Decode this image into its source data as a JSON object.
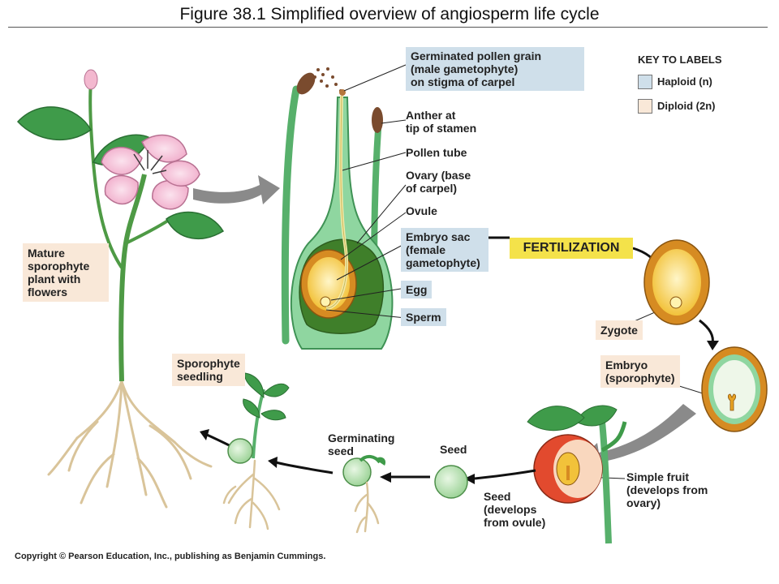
{
  "title": "Figure 38.1  Simplified overview of angiosperm life cycle",
  "key": {
    "title": "KEY TO LABELS",
    "haploid": "Haploid (n)",
    "diploid": "Diploid (2n)",
    "haploid_color": "#cfdfea",
    "diploid_color": "#f9e8d8"
  },
  "labels": {
    "germinated_pollen": "Germinated pollen grain\n(male gametophyte)\non stigma of carpel",
    "anther": "Anther at\ntip of stamen",
    "pollen_tube": "Pollen tube",
    "ovary": "Ovary (base\nof carpel)",
    "ovule": "Ovule",
    "embryo_sac": "Embryo sac\n(female\ngametophyte)",
    "egg": "Egg",
    "sperm": "Sperm",
    "fertilization": "FERTILIZATION",
    "zygote": "Zygote",
    "embryo": "Embryo\n(sporophyte)",
    "simple_fruit": "Simple fruit\n(develops from\novary)",
    "seed_develops": "Seed\n(develops\nfrom ovule)",
    "seed": "Seed",
    "germinating_seed": "Germinating\nseed",
    "sporophyte_seedling": "Sporophyte\nseedling",
    "mature_plant": "Mature\nsporophyte\nplant with\nflowers"
  },
  "copyright": "Copyright © Pearson Education, Inc., publishing as Benjamin Cummings."
}
